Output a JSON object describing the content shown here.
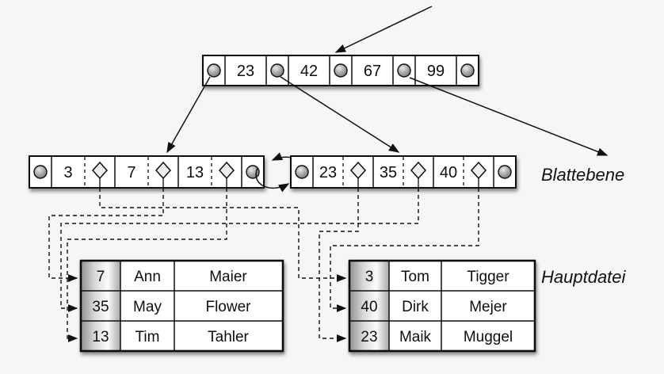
{
  "background_color": "#f6f6f7",
  "line_color": "#111111",
  "icons": {
    "pointer": "filled-gray-circle",
    "record_ref": "diamond-outline",
    "arrowhead": "solid-black-triangle"
  },
  "root_node": {
    "keys": [
      "23",
      "42",
      "67",
      "99"
    ]
  },
  "leaf_level": {
    "label": "Blattebene",
    "left_leaf": {
      "keys": [
        "3",
        "7",
        "13"
      ]
    },
    "right_leaf": {
      "keys": [
        "23",
        "35",
        "40"
      ]
    }
  },
  "main_file": {
    "label": "Hauptdatei",
    "left_table": {
      "rows": [
        {
          "key": "7",
          "first_name": "Ann",
          "last_name": "Maier"
        },
        {
          "key": "35",
          "first_name": "May",
          "last_name": "Flower"
        },
        {
          "key": "13",
          "first_name": "Tim",
          "last_name": "Tahler"
        }
      ]
    },
    "right_table": {
      "rows": [
        {
          "key": "3",
          "first_name": "Tom",
          "last_name": "Tigger"
        },
        {
          "key": "40",
          "first_name": "Dirk",
          "last_name": "Mejer"
        },
        {
          "key": "23",
          "first_name": "Maik",
          "last_name": "Muggel"
        }
      ]
    }
  }
}
